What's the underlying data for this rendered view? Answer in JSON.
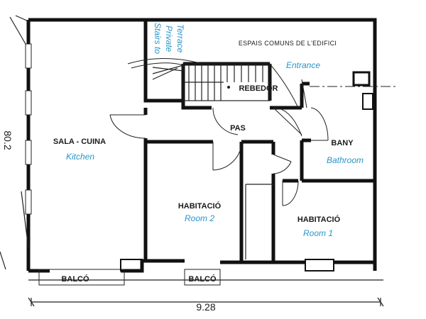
{
  "rooms": {
    "sala_cuina": {
      "label": "SALA - CUINA",
      "english": "Kitchen"
    },
    "rebedor": {
      "label": "REBEDOR"
    },
    "pas": {
      "label": "PAS"
    },
    "bany": {
      "label": "BANY",
      "english": "Bathroom"
    },
    "habitacio_2": {
      "label": "HABITACIÓ",
      "english": "Room 2"
    },
    "habitacio_1": {
      "label": "HABITACIÓ",
      "english": "Room 1"
    },
    "balco_left": {
      "label": "BALCÓ"
    },
    "balco_mid": {
      "label": "BALCÓ"
    }
  },
  "common_area": {
    "label": "ESPAIS COMUNS DE L'EDIFICI"
  },
  "annotations": {
    "entrance": "Entrance",
    "stairs_line1": "Stairs to",
    "stairs_line2": "Private",
    "stairs_line3": "Terrace"
  },
  "dimensions": {
    "width": "9.28",
    "side": "80.2"
  },
  "colors": {
    "walls": "#111111",
    "english_labels": "#2a95c8"
  }
}
